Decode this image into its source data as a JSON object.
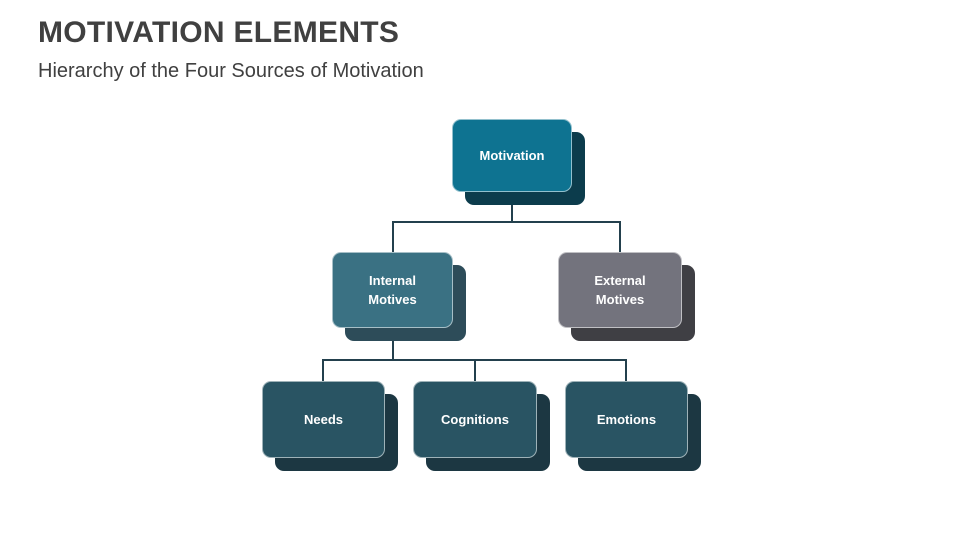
{
  "slide": {
    "title": "MOTIVATION ELEMENTS",
    "subtitle": "Hierarchy of the Four Sources of Motivation"
  },
  "colors": {
    "title_text": "#404040",
    "subtitle_text": "#404040",
    "box_label_text": "#ffffff",
    "connector": "#23404d",
    "background": "#ffffff"
  },
  "diagram": {
    "nodes": {
      "motivation": {
        "label": "Motivation",
        "fill": "#0e7391",
        "shadow": "#0c3c4c"
      },
      "internal_motives": {
        "label": "Internal Motives",
        "fill": "#3a7183",
        "shadow": "#2d4c59"
      },
      "external_motives": {
        "label": "External Motives",
        "fill": "#73737d",
        "shadow": "#3f3f44"
      },
      "needs": {
        "label": "Needs",
        "fill": "#295463",
        "shadow": "#1c3742"
      },
      "cognitions": {
        "label": "Cognitions",
        "fill": "#295463",
        "shadow": "#1c3742"
      },
      "emotions": {
        "label": "Emotions",
        "fill": "#295463",
        "shadow": "#1c3742"
      }
    },
    "hierarchy": {
      "root": "Motivation",
      "children_of_motivation": [
        "Internal Motives",
        "External Motives"
      ],
      "children_of_internal_motives": [
        "Needs",
        "Cognitions",
        "Emotions"
      ],
      "children_of_external_motives": []
    }
  }
}
